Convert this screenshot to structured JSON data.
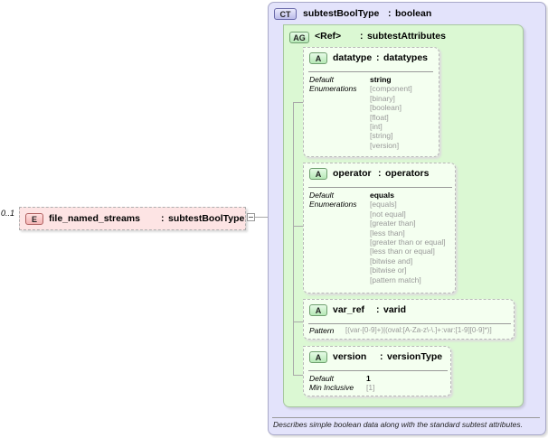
{
  "element": {
    "cardinality": "0..1",
    "badge": "E",
    "name": "file_named_streams",
    "colon": ":",
    "type": "subtestBoolType"
  },
  "complex_type": {
    "badge": "CT",
    "name": "subtestBoolType",
    "colon": ":",
    "base": "boolean",
    "description": "Describes simple boolean data along with the standard subtest attributes."
  },
  "attribute_group": {
    "badge": "AG",
    "ref": "<Ref>",
    "colon": ":",
    "name": "subtestAttributes"
  },
  "attributes": [
    {
      "badge": "A",
      "name": "datatype",
      "colon": ":",
      "type": "datatypes",
      "labels": [
        "Default",
        "Enumerations"
      ],
      "values": [
        "string",
        "[component]",
        "[binary]",
        "[boolean]",
        "[float]",
        "[int]",
        "[string]",
        "[version]"
      ]
    },
    {
      "badge": "A",
      "name": "operator",
      "colon": ":",
      "type": "operators",
      "labels": [
        "Default",
        "Enumerations"
      ],
      "values": [
        "equals",
        "[equals]",
        "[not equal]",
        "[greater than]",
        "[less than]",
        "[greater than or equal]",
        "[less than or equal]",
        "[bitwise and]",
        "[bitwise or]",
        "[pattern match]"
      ]
    },
    {
      "badge": "A",
      "name": "var_ref",
      "colon": ":",
      "type": "varid",
      "labels": [
        "Pattern"
      ],
      "values": [
        "[(var-[0-9]+)|(oval:[A-Za-z\\-\\.]+:var:[1-9][0-9]*)]"
      ]
    },
    {
      "badge": "A",
      "name": "version",
      "colon": ":",
      "type": "versionType",
      "labels": [
        "Default",
        "Min Inclusive"
      ],
      "values": [
        "1",
        "[1]"
      ]
    }
  ]
}
